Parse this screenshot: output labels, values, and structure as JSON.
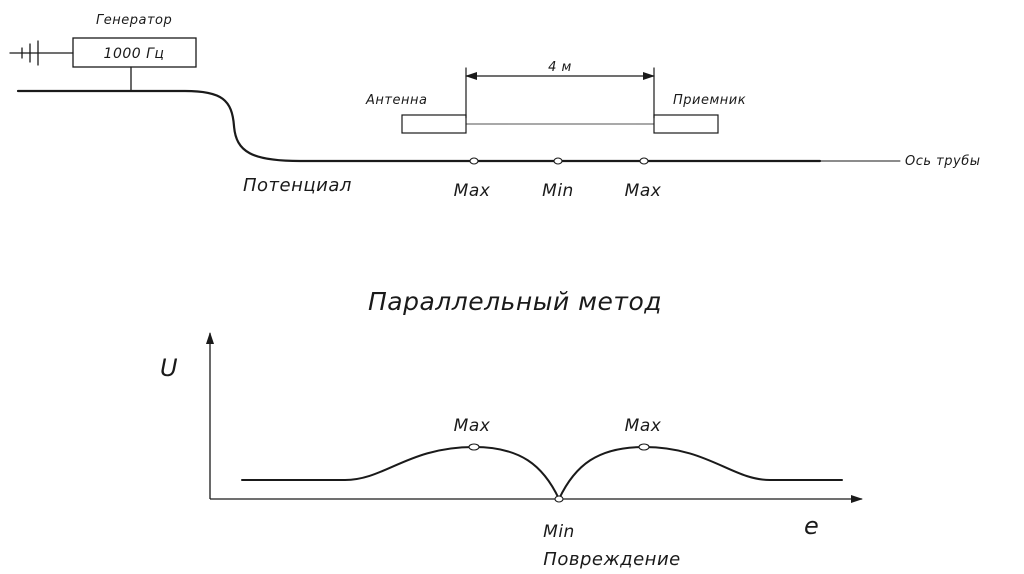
{
  "top": {
    "generator_label": "Генератор",
    "generator_freq": "1000 Гц",
    "distance": "4 м",
    "antenna": "Антенна",
    "receiver": "Приемник",
    "pipe_axis": "Ось трубы",
    "potential": "Потенциал",
    "point_left": "Max",
    "point_mid": "Min",
    "point_right": "Max"
  },
  "bottom": {
    "title": "Параллельный метод",
    "y_axis": "U",
    "x_axis": "e",
    "peak_left": "Max",
    "peak_right": "Max",
    "min_label": "Min",
    "damage": "Повреждение"
  }
}
